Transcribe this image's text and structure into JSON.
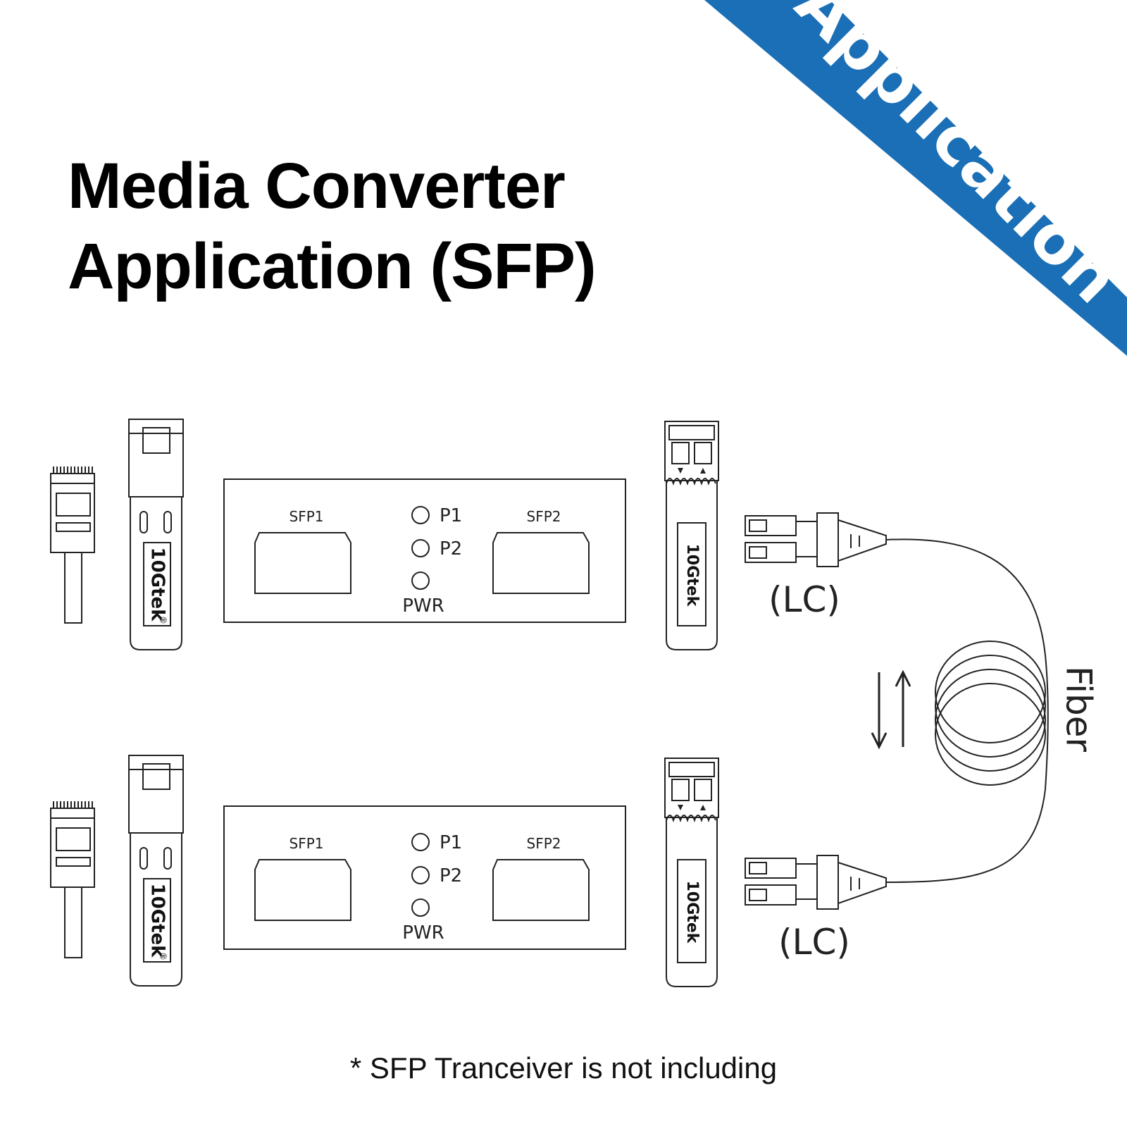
{
  "banner": {
    "label": "Application",
    "color": "#1a6fb6",
    "text_color": "#ffffff"
  },
  "title": {
    "line1": "Media Converter",
    "line2": "Application (SFP)"
  },
  "converters": [
    {
      "port_left": "SFP1",
      "port_right": "SFP2",
      "leds": [
        "P1",
        "P2",
        "PWR"
      ]
    },
    {
      "port_left": "SFP1",
      "port_right": "SFP2",
      "leds": [
        "P1",
        "P2",
        "PWR"
      ]
    }
  ],
  "module_brand": "10Gtek",
  "module_mark": "®",
  "connector_label": "(LC)",
  "fiber_label": "Fiber",
  "footnote": "* SFP Tranceiver is not including",
  "icons": [
    "rj45-plug-icon",
    "sfp-copper-module-icon",
    "sfp-optical-module-icon",
    "lc-connector-icon",
    "fiber-coil-icon",
    "bidirectional-arrows-icon"
  ]
}
